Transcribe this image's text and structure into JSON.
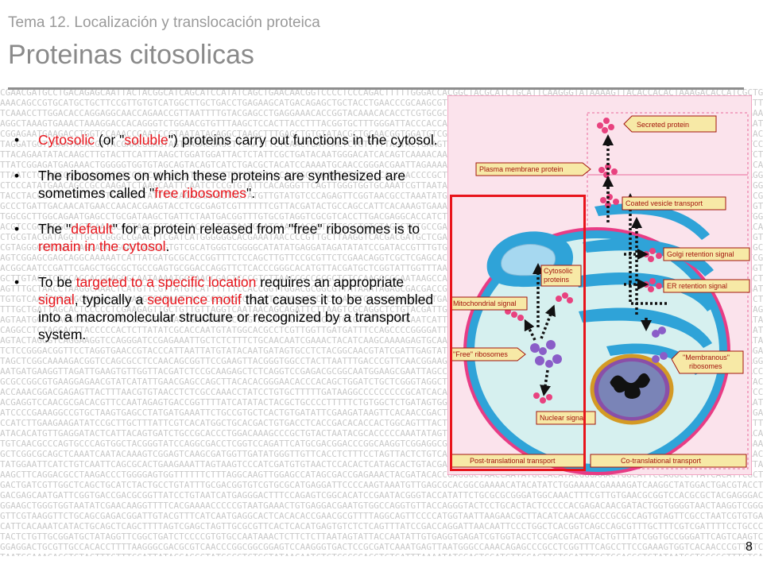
{
  "header": {
    "subtitle": "Tema 12. Localización y translocación proteica",
    "title": "Proteinas citosolicas"
  },
  "bullets": [
    {
      "segments": [
        {
          "text": "Cytosolic",
          "color": "#e8141b"
        },
        {
          "text": " (or \"",
          "color": "#000000"
        },
        {
          "text": "soluble",
          "color": "#e8141b"
        },
        {
          "text": "\") proteins carry out functions in the cytosol.",
          "color": "#000000"
        }
      ]
    },
    {
      "segments": [
        {
          "text": "The ribosomes on which these proteins are synthesized are sometimes called \"",
          "color": "#000000"
        },
        {
          "text": "free ribosomes",
          "color": "#e8141b"
        },
        {
          "text": "\".",
          "color": "#000000"
        }
      ]
    },
    {
      "segments": [
        {
          "text": "The \"",
          "color": "#000000"
        },
        {
          "text": "default",
          "color": "#e8141b"
        },
        {
          "text": "\" for a protein released from \"free\" ribosomes is to ",
          "color": "#000000"
        },
        {
          "text": "remain in the cytosol",
          "color": "#e8141b"
        },
        {
          "text": ".",
          "color": "#000000"
        }
      ]
    },
    {
      "segments": [
        {
          "text": "To be ",
          "color": "#000000"
        },
        {
          "text": "targeted to a specific location",
          "color": "#e8141b"
        },
        {
          "text": " requires an appropriate ",
          "color": "#000000"
        },
        {
          "text": "signal",
          "color": "#e8141b"
        },
        {
          "text": ", typically a ",
          "color": "#000000"
        },
        {
          "text": "sequence motif",
          "color": "#e8141b"
        },
        {
          "text": " that causes it to be assembled into a macromolecular structure or recognized by a transport system.",
          "color": "#000000"
        }
      ]
    }
  ],
  "diagram": {
    "labels": {
      "secreted": "Secreted protein",
      "plasma": "Plasma membrane protein",
      "coated": "Coated vesicle transport",
      "golgi": "Golgi retention signal",
      "er": "ER retention signal",
      "cytosolic_1": "Cytosolic",
      "cytosolic_2": "proteins",
      "mito": "Mitochondrial signal",
      "free": "\"Free\" ribosomes",
      "membranous_1": "\"Membranous\"",
      "membranous_2": "ribosomes",
      "nuclear": "Nuclear signal",
      "post": "Post-translational transport",
      "co": "Co-translational transport"
    }
  },
  "page_number": "8",
  "colors": {
    "accent_red": "#e8141b",
    "membrane_blue": "#2fa3d8",
    "cytoplasm": "#d6f0ef",
    "label_yellow": "#f7e9a6"
  }
}
